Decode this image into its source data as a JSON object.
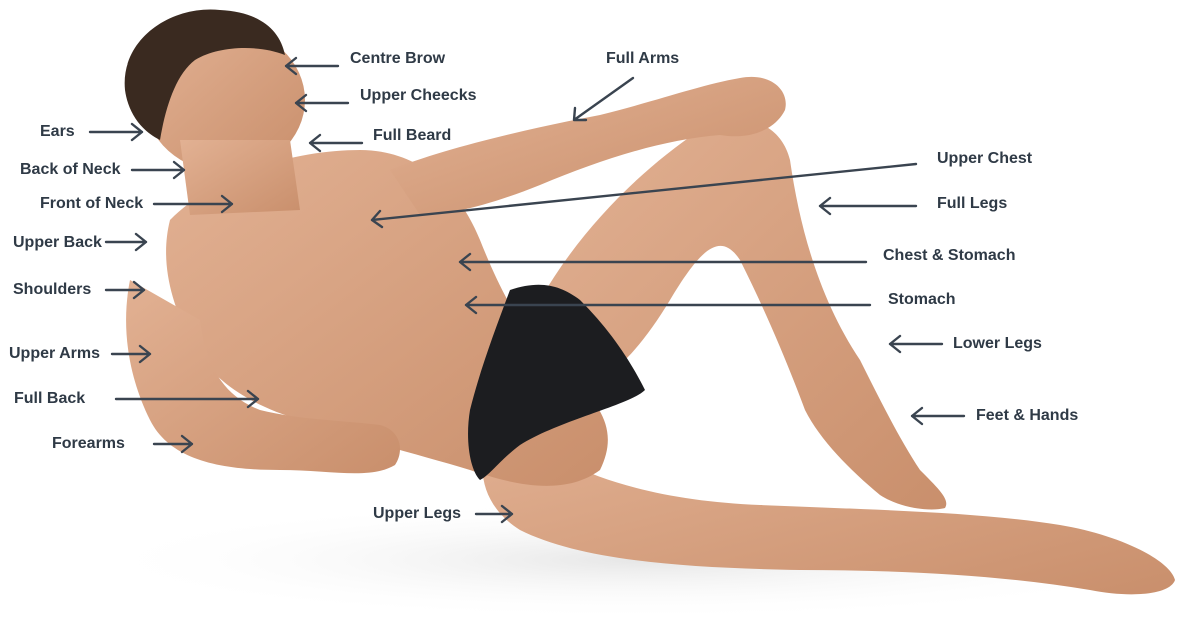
{
  "labels": {
    "centre_brow": "Centre Brow",
    "upper_cheecks": "Upper Cheecks",
    "full_beard": "Full Beard",
    "full_arms": "Full Arms",
    "ears": "Ears",
    "back_of_neck": "Back of Neck",
    "front_of_neck": "Front of Neck",
    "upper_back": "Upper Back",
    "shoulders": "Shoulders",
    "upper_arms": "Upper Arms",
    "full_back": "Full Back",
    "forearms": "Forearms",
    "upper_chest": "Upper Chest",
    "full_legs": "Full Legs",
    "chest_stomach": "Chest & Stomach",
    "stomach": "Stomach",
    "lower_legs": "Lower Legs",
    "feet_hands": "Feet & Hands",
    "upper_legs": "Upper Legs"
  },
  "colors": {
    "text": "#2f3a46",
    "arrow": "#3a4450",
    "skin": "#d9a585",
    "skin_shade": "#c48c6a",
    "hair": "#3a2a20",
    "briefs": "#1c1d20"
  }
}
